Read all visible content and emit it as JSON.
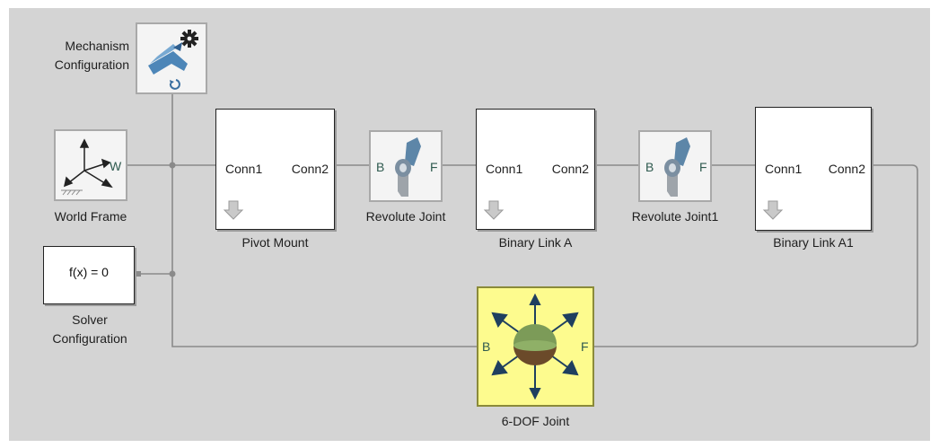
{
  "blocks": {
    "mechanism_configuration": {
      "label_line1": "Mechanism",
      "label_line2": "Configuration"
    },
    "world_frame": {
      "label": "World Frame",
      "port": "W"
    },
    "solver_configuration": {
      "text": "f(x) = 0",
      "label_line1": "Solver",
      "label_line2": "Configuration"
    },
    "pivot_mount": {
      "label": "Pivot Mount",
      "port_left": "Conn1",
      "port_right": "Conn2"
    },
    "revolute_joint": {
      "label": "Revolute Joint",
      "port_b": "B",
      "port_f": "F"
    },
    "binary_link_a": {
      "label": "Binary Link A",
      "port_left": "Conn1",
      "port_right": "Conn2"
    },
    "revolute_joint1": {
      "label": "Revolute Joint1",
      "port_b": "B",
      "port_f": "F"
    },
    "binary_link_a1": {
      "label": "Binary Link A1",
      "port_left": "Conn1",
      "port_right": "Conn2"
    },
    "six_dof_joint": {
      "label": "6-DOF Joint",
      "port_b": "B",
      "port_f": "F"
    }
  },
  "colors": {
    "canvas": "#d4d4d4",
    "wire": "#8a8a8a",
    "six_dof_fill": "#fdfb8e",
    "port_letter": "#2f5a4f"
  }
}
